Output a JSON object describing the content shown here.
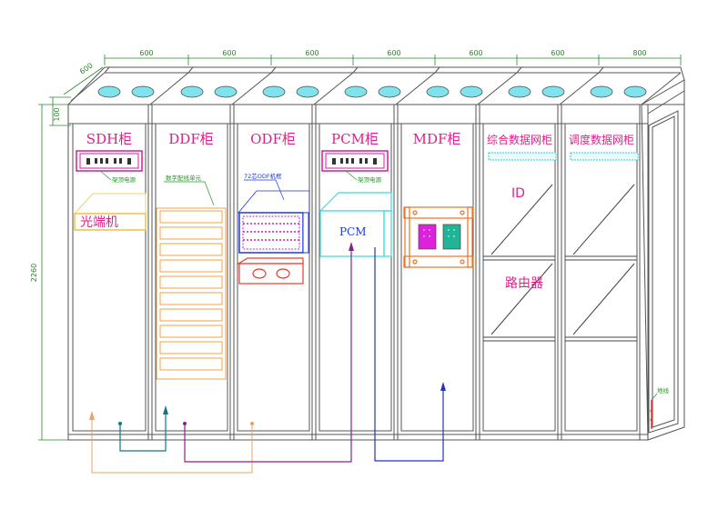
{
  "dimensions": {
    "widths": [
      "600",
      "600",
      "600",
      "600",
      "600",
      "600",
      "800"
    ],
    "depth": "600",
    "top_height": "100",
    "height": "2260"
  },
  "cabinets": [
    {
      "title": "SDH柜"
    },
    {
      "title": "DDF柜"
    },
    {
      "title": "ODF柜"
    },
    {
      "title": "PCM柜"
    },
    {
      "title": "MDF柜"
    },
    {
      "title": "综合数据网柜"
    },
    {
      "title": "调度数据网柜"
    }
  ],
  "labels": {
    "sdh_power": "架顶电源",
    "sdh_optical": "光端机",
    "ddf_unit": "数字配线单元",
    "odf_frame": "72芯ODF机框",
    "pcm_power": "架顶电源",
    "pcm_device": "PCM",
    "id_label": "ID",
    "router_label": "路由器",
    "ground_label": "地线"
  },
  "colors": {
    "outline": "#555555",
    "dimension": "#2a8a2a",
    "title": "#e0208a",
    "equipment_magenta": "#d81b9a",
    "ddf_orange": "#f5a040",
    "odf_blue": "#1a3ae8",
    "pcm_cyan": "#33dddd",
    "mdf_orange": "#f07020",
    "vent_cyan": "#66ddee",
    "cable_orange": "#f0a060",
    "cable_teal": "#117788",
    "cable_purple": "#882288",
    "cable_blue": "#2233cc"
  }
}
